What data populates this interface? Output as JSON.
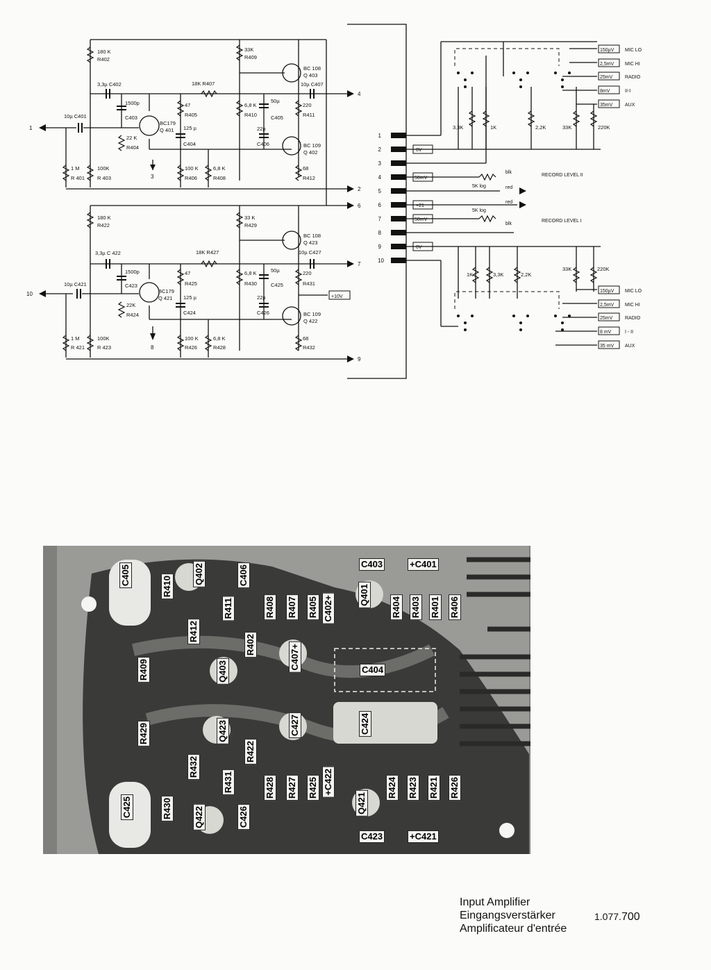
{
  "schematic": {
    "upper_stage": {
      "components": {
        "r402": "180 K",
        "r402_ref": "R402",
        "r409": "33K",
        "r409_ref": "R409",
        "c402": "3,3µ C402",
        "r407": "18K R407",
        "c407": "10µ C407",
        "c403_val": "1500p",
        "c403_ref": "C403",
        "q401_type": "BC179",
        "q401_ref": "Q 401",
        "r405_val": "47",
        "r405_ref": "R405",
        "c404_val": "125 µ",
        "c404_ref": "C404",
        "r410_val": "6,8 K",
        "r410_ref": "R410",
        "c405_val": "50µ",
        "c405_ref": "C405",
        "r411_val": "220",
        "r411_ref": "R411",
        "c406_val": "22p",
        "c406_ref": "C406",
        "q403_type": "BC 108",
        "q403_ref": "Q 403",
        "q402_type": "BC 109",
        "q402_ref": "Q 402",
        "c401": "10µ C401",
        "r404_val": "22 K",
        "r404_ref": "R404",
        "r401_val": "1 M",
        "r401_ref": "R 401",
        "r403_val": "100K",
        "r403_ref": "R 403",
        "r406_val": "100 K",
        "r406_ref": "R406",
        "r408_val": "6,8 K",
        "r408_ref": "R408",
        "r412_val": "68",
        "r412_ref": "R412"
      },
      "nodes": {
        "in": "1",
        "out": "4",
        "gnd": "3",
        "rail_out": "2",
        "feed": "6"
      }
    },
    "lower_stage": {
      "components": {
        "r422": "180 K",
        "r422_ref": "R422",
        "r429": "33 K",
        "r429_ref": "R429",
        "c422": "3,3µ C 422",
        "r427": "18K R427",
        "c427": "10µ C427",
        "c423_val": "1500p",
        "c423_ref": "C423",
        "q421_type": "BC179",
        "q421_ref": "Q 421",
        "r425_val": "47",
        "r425_ref": "R425",
        "c424_val": "125 µ",
        "c424_ref": "C424",
        "r430_val": "6,8 K",
        "r430_ref": "R430",
        "c425_val": "50µ",
        "c425_ref": "C425",
        "r431_val": "220",
        "r431_ref": "R431",
        "c426_val": "22p",
        "c426_ref": "C426",
        "q423_type": "BC 108",
        "q423_ref": "Q 423",
        "q422_type": "BC 109",
        "q422_ref": "Q 422",
        "c421": "10µ C421",
        "r424_val": "22K",
        "r424_ref": "R424",
        "r421_val": "1 M",
        "r421_ref": "R 421",
        "r423_val": "100K",
        "r423_ref": "R 423",
        "r426_val": "100 K",
        "r426_ref": "R426",
        "r428_val": "6,8 K",
        "r428_ref": "R428",
        "r432_val": "68",
        "r432_ref": "R432",
        "supply": "+10V"
      },
      "nodes": {
        "in": "10",
        "out": "7",
        "gnd": "8",
        "rail_out": "9"
      }
    },
    "connector": {
      "pins": [
        "1",
        "2",
        "3",
        "4",
        "5",
        "6",
        "7",
        "8",
        "9",
        "10"
      ],
      "pin_levels": [
        {
          "pin": "2",
          "label": "0V"
        },
        {
          "pin": "4",
          "label": "50mV"
        },
        {
          "pin": "6",
          "label": "+21"
        },
        {
          "pin": "7",
          "label": "50mV"
        },
        {
          "pin": "9",
          "label": "0V"
        }
      ]
    },
    "selector_upper": {
      "resistors": [
        "3,3K",
        "1K",
        "2,2K",
        "33K",
        "220K"
      ],
      "sources": [
        {
          "level": "150µV",
          "name": "MIC LO"
        },
        {
          "level": "2,5mV",
          "name": "MIC HI"
        },
        {
          "level": "25mV",
          "name": "RADIO"
        },
        {
          "level": "8mV",
          "name": "II-I"
        },
        {
          "level": "35mV",
          "name": "AUX"
        }
      ]
    },
    "selector_lower": {
      "resistors": [
        "1K",
        "3,3K",
        "2,2K",
        "33K",
        "220K"
      ],
      "sources": [
        {
          "level": "150µV",
          "name": "MIC LO"
        },
        {
          "level": "2,5mV",
          "name": "MIC HI"
        },
        {
          "level": "25mV",
          "name": "RADIO"
        },
        {
          "level": "8 mV",
          "name": "I - II"
        },
        {
          "level": "35 mV",
          "name": "AUX"
        }
      ]
    },
    "pots": [
      {
        "value": "5K log",
        "wire_a": "blk",
        "wire_b": "red",
        "label": "RECORD LEVEL II"
      },
      {
        "value": "5K log",
        "wire_a": "red",
        "wire_b": "blk",
        "label": "RECORD LEVEL I"
      }
    ]
  },
  "board_photo": {
    "labels_top": [
      "C405",
      "R410",
      "Q402",
      "C406",
      "R411",
      "R412",
      "R408",
      "R402",
      "R407",
      "C407+",
      "R405",
      "C402+",
      "Q403",
      "Q401",
      "R404",
      "R403",
      "R401",
      "R406",
      "R409",
      "C404",
      "C403",
      "+C401"
    ],
    "labels_bottom": [
      "R429",
      "Q423",
      "C427",
      "C424",
      "R422",
      "R432",
      "R431",
      "R428",
      "R427",
      "R425",
      "+C422",
      "Q421",
      "R424",
      "R423",
      "R421",
      "R426",
      "C425",
      "R430",
      "Q422",
      "C426",
      "C423",
      "+C421"
    ]
  },
  "caption": {
    "line1": "Input Amplifier",
    "line2": "Eingangsverstärker",
    "line3": "Amplificateur d'entrée",
    "doc_prefix": "1.077.",
    "doc_suffix": "700"
  },
  "colors": {
    "ink": "#111111",
    "paper": "#fbfbf9",
    "board": "#8a8a86"
  }
}
